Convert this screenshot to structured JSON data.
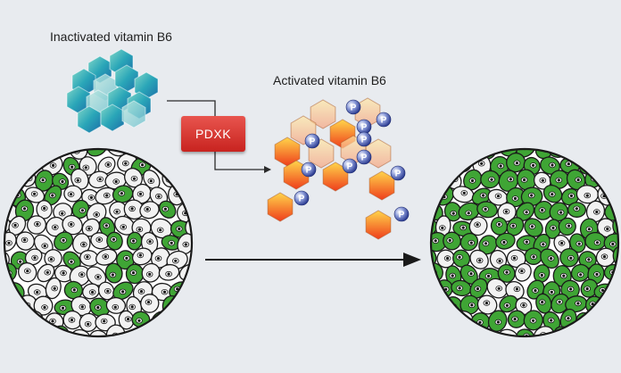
{
  "labels": {
    "inactivated": "Inactivated vitamin B6",
    "activated": "Activated vitamin B6",
    "enzyme": "PDXK",
    "phosphate_symbol": "P"
  },
  "colors": {
    "background": "#e8ebef",
    "enzyme_box": "#d3322c",
    "green_cell": "#3fa535",
    "white_cell": "#f2f2f2",
    "inactive_hex": "#2aa6b8",
    "active_hex_top": "#ffd54a",
    "active_hex_bottom": "#ef3e1c",
    "phosphate": "#2b3f9a"
  },
  "cell_populations": {
    "before": {
      "green_fraction": 0.3
    },
    "after": {
      "green_fraction": 0.75
    }
  }
}
